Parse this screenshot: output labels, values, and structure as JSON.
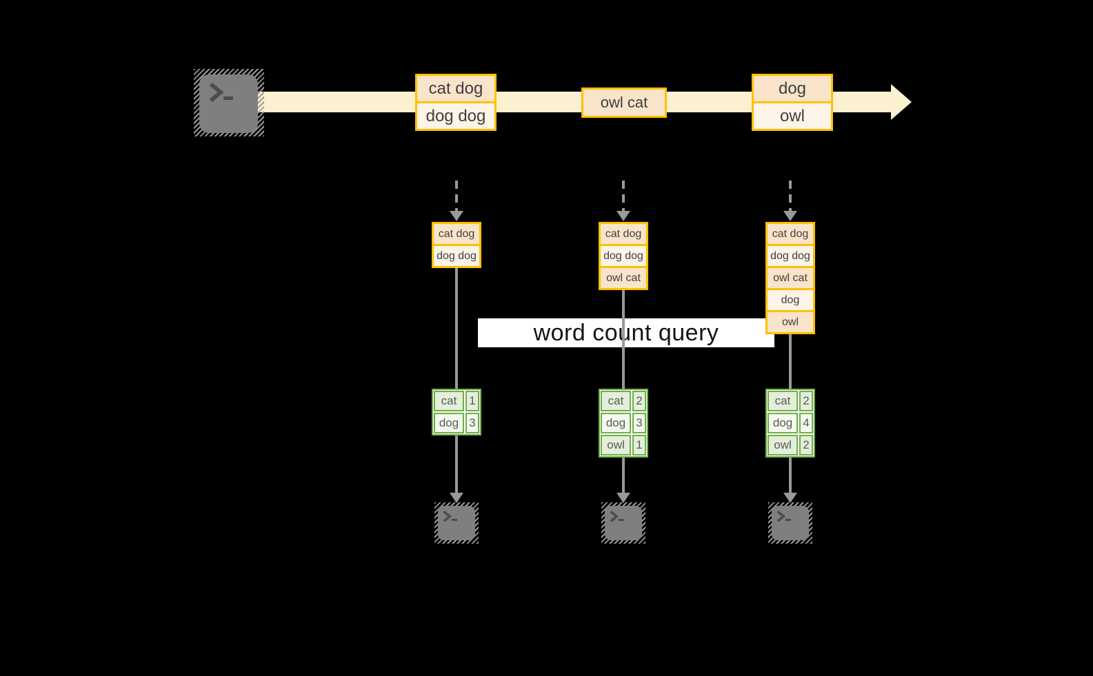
{
  "query_label": "word count query",
  "stream": {
    "source_icon": "terminal-icon",
    "message_groups": [
      {
        "rows": [
          "cat dog",
          "dog dog"
        ]
      },
      {
        "rows": [
          "owl cat"
        ]
      },
      {
        "rows": [
          "dog",
          "owl"
        ]
      }
    ]
  },
  "pipelines": [
    {
      "buffered_messages": [
        "cat dog",
        "dog dog"
      ],
      "word_counts": [
        {
          "word": "cat",
          "count": "1"
        },
        {
          "word": "dog",
          "count": "3"
        }
      ],
      "sink_icon": "terminal-icon"
    },
    {
      "buffered_messages": [
        "cat dog",
        "dog dog",
        "owl cat"
      ],
      "word_counts": [
        {
          "word": "cat",
          "count": "2"
        },
        {
          "word": "dog",
          "count": "3"
        },
        {
          "word": "owl",
          "count": "1"
        }
      ],
      "sink_icon": "terminal-icon"
    },
    {
      "buffered_messages": [
        "cat dog",
        "dog dog",
        "owl cat",
        "dog",
        "owl"
      ],
      "word_counts": [
        {
          "word": "cat",
          "count": "2"
        },
        {
          "word": "dog",
          "count": "4"
        },
        {
          "word": "owl",
          "count": "2"
        }
      ],
      "sink_icon": "terminal-icon"
    }
  ],
  "colors": {
    "background": "#000000",
    "stream_band": "#FBF0CF",
    "box_border": "#FFC000",
    "box_fill_dark": "#FAE4C9",
    "box_fill_light": "#FDF4E8",
    "table_border": "#70AD47",
    "table_fill_dark": "#E3EFDA",
    "table_fill_light": "#F3F9EE",
    "arrow_gray": "#999999",
    "terminal_gray": "#7F7F7F",
    "label_bg": "#FFFFFF",
    "label_text": "#141414"
  }
}
